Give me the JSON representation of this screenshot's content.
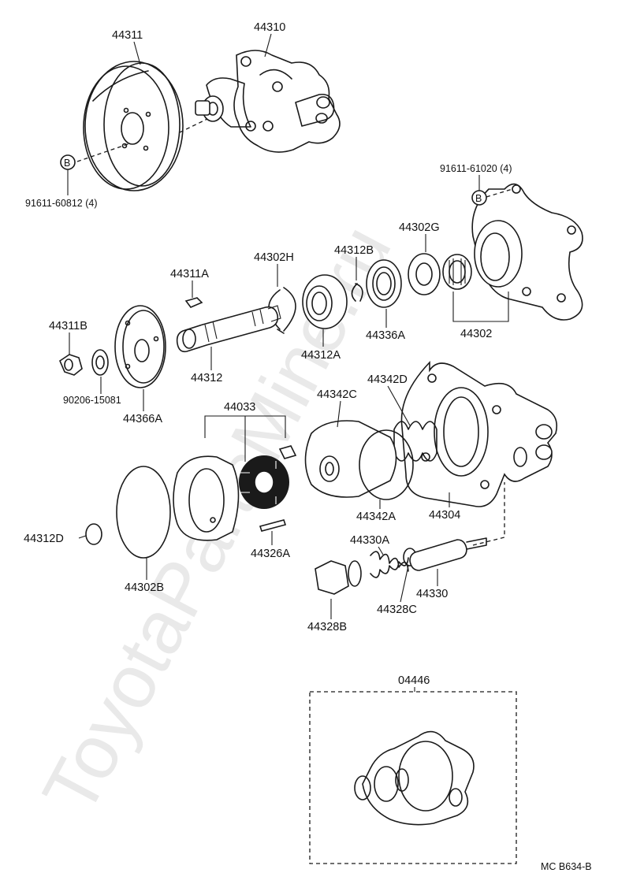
{
  "watermark": "ToyotaPartsMine.ru",
  "diagram_code": "MC B634-B",
  "bolt_marker": "B",
  "labels": {
    "p44311": "44311",
    "p44310": "44310",
    "b91611_60812": "91611-60812 (4)",
    "b91611_61020": "91611-61020 (4)",
    "p44302G": "44302G",
    "p44302H": "44302H",
    "p44312B": "44312B",
    "p44311A": "44311A",
    "p44311B": "44311B",
    "p44336A": "44336A",
    "p44302": "44302",
    "p44312A": "44312A",
    "p44312": "44312",
    "p90206_15081": "90206-15081",
    "p44366A": "44366A",
    "p44342D": "44342D",
    "p44033": "44033",
    "p44342C": "44342C",
    "p44342A": "44342A",
    "p44304": "44304",
    "p44312D": "44312D",
    "p44326A": "44326A",
    "p44330A": "44330A",
    "p44302B": "44302B",
    "p44330": "44330",
    "p44328C": "44328C",
    "p44328B": "44328B",
    "p04446": "04446"
  }
}
